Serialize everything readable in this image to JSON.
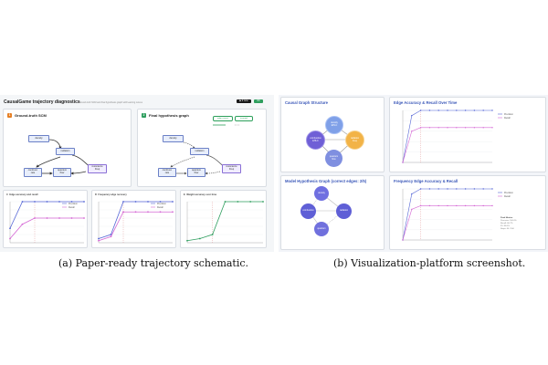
{
  "left": {
    "title": "CausalGame trajectory diagnostics",
    "subtitle": "Ground-truth SCM and final hypothesis graph with learning curves",
    "controls": {
      "run_label": "▶ 2 runs",
      "ok_label": "OK"
    },
    "gt_card": {
      "badge": "1",
      "title": "Ground-truth SCM",
      "nodes": {
        "density": "density",
        "radiation": "radiation",
        "resonance": "resonance\nFreq",
        "combustion": "combust.\nrate",
        "quantum": "quantum\nflow"
      }
    },
    "hyp_card": {
      "badge": "2",
      "title": "Final hypothesis graph",
      "pill_a": "edge correct",
      "pill_b": "inverted",
      "nodes": {
        "density": "density",
        "radiation": "radiation",
        "resonance": "resonance\nFreq",
        "combustion": "combust.\nrate",
        "quantum": "quantum\nflow"
      }
    },
    "panels": [
      {
        "badge": "C",
        "title": "Edge accuracy and recall",
        "legend": [
          "Precision",
          "Recall"
        ]
      },
      {
        "badge": "D",
        "title": "Frequency edge recovery",
        "legend": [
          "Precision",
          "Recall"
        ]
      },
      {
        "badge": "E",
        "title": "Weight accuracy over time",
        "legend": []
      }
    ]
  },
  "right": {
    "graph_title": "Causal Graph Structure",
    "hyp_title": "Model Hypothesis Graph (correct edges: 2/5)",
    "chart1_title": "Edge Accuracy & Recall Over Time",
    "chart2_title": "Frequency Edge Accuracy & Recall",
    "legend": [
      "Precision",
      "Recall"
    ],
    "metrics_title": "Final Metrics",
    "metrics": [
      "Precision: 100.0%",
      "Recall: 66.7%",
      "F1: 80.0%",
      "Steps: 40 / 100"
    ],
    "graph_nodes": {
      "top": "density\nEHLC",
      "left": "combustion\nEHLC",
      "right": "radiation\nFreq",
      "bottom": "quantum\nflow"
    },
    "hyp_nodes": {
      "top": "density",
      "left": "combustion",
      "right": "radiation",
      "bottom": "quantum"
    }
  },
  "captions": {
    "left": "(a) Paper-ready trajectory schematic.",
    "right": "(b) Visualization-platform screenshot."
  },
  "colors": {
    "precision": "#5566d6",
    "recall": "#d466d4",
    "weight": "#2e9e5e",
    "accent": "#3a57b8"
  },
  "chart_data": [
    {
      "type": "line",
      "title": "Edge accuracy and recall",
      "x": [
        0,
        1,
        2,
        3,
        4,
        5,
        6
      ],
      "ylim": [
        0,
        1
      ],
      "series": [
        {
          "name": "Precision",
          "values": [
            0.35,
            1.0,
            1.0,
            1.0,
            1.0,
            1.0,
            1.0
          ]
        },
        {
          "name": "Recall",
          "values": [
            0.1,
            0.45,
            0.6,
            0.6,
            0.6,
            0.6,
            0.6
          ]
        }
      ]
    },
    {
      "type": "line",
      "title": "Frequency edge recovery",
      "x": [
        0,
        1,
        2,
        3,
        4,
        5,
        6
      ],
      "ylim": [
        0,
        1
      ],
      "series": [
        {
          "name": "Precision",
          "values": [
            0.1,
            0.2,
            1.0,
            1.0,
            1.0,
            1.0,
            1.0
          ]
        },
        {
          "name": "Recall",
          "values": [
            0.05,
            0.15,
            0.75,
            0.75,
            0.75,
            0.75,
            0.75
          ]
        }
      ]
    },
    {
      "type": "line",
      "title": "Weight accuracy over time",
      "x": [
        0,
        1,
        2,
        3,
        4,
        5,
        6
      ],
      "ylim": [
        0,
        1
      ],
      "series": [
        {
          "name": "",
          "values": [
            0.05,
            0.1,
            0.2,
            1.0,
            1.0,
            1.0,
            1.0
          ]
        }
      ]
    },
    {
      "type": "line",
      "title": "Edge Accuracy & Recall Over Time",
      "x": [
        0,
        1,
        2,
        3,
        4,
        5,
        6,
        7,
        8,
        9,
        10
      ],
      "ylim": [
        0,
        1
      ],
      "series": [
        {
          "name": "Precision",
          "values": [
            0,
            0.9,
            1,
            1,
            1,
            1,
            1,
            1,
            1,
            1,
            1
          ]
        },
        {
          "name": "Recall",
          "values": [
            0,
            0.6,
            0.67,
            0.67,
            0.67,
            0.67,
            0.67,
            0.67,
            0.67,
            0.67,
            0.67
          ]
        }
      ]
    },
    {
      "type": "line",
      "title": "Frequency Edge Accuracy & Recall",
      "x": [
        0,
        1,
        2,
        3,
        4,
        5,
        6,
        7,
        8,
        9,
        10
      ],
      "ylim": [
        0,
        1
      ],
      "series": [
        {
          "name": "Precision",
          "values": [
            0,
            0.9,
            1,
            1,
            1,
            1,
            1,
            1,
            1,
            1,
            1
          ]
        },
        {
          "name": "Recall",
          "values": [
            0,
            0.6,
            0.67,
            0.67,
            0.67,
            0.67,
            0.67,
            0.67,
            0.67,
            0.67,
            0.67
          ]
        }
      ]
    }
  ]
}
